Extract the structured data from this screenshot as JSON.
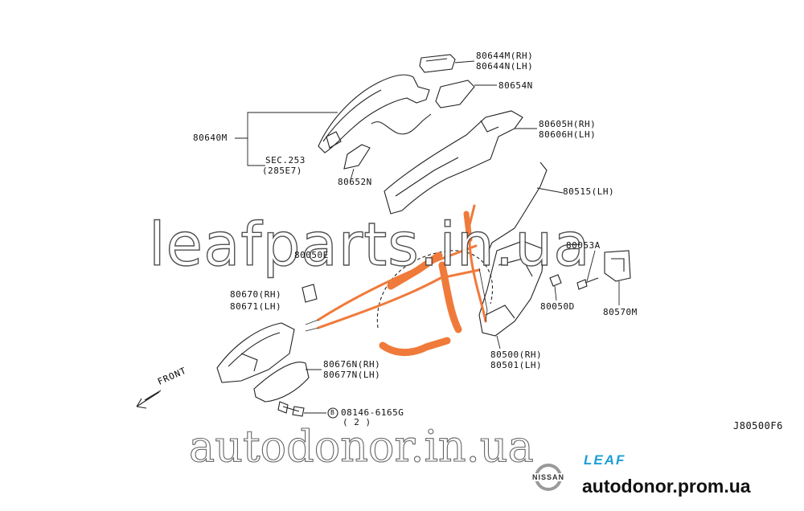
{
  "diagram": {
    "code": "J80500F6",
    "front_label": "FRONT",
    "labels": {
      "p80644m": "80644M(RH)",
      "p80644n": "80644N(LH)",
      "p80654n": "80654N",
      "p80640m": "80640M",
      "sec_a": "SEC.253",
      "sec_b": "(285E7)",
      "p80652n": "80652N",
      "p80605h": "80605H(RH)",
      "p80606h": "80606H(LH)",
      "p80515": "80515(LH)",
      "p80053a": "80053A",
      "p80050e": "80050E",
      "p80670": "80670(RH)",
      "p80671": "80671(LH)",
      "p80050d": "80050D",
      "p80570m": "80570M",
      "p80500": "80500(RH)",
      "p80501": "80501(LH)",
      "p80676n": "80676N(RH)",
      "p80677n": "80677N(LH)",
      "bolt_marker": "B",
      "bolt": "08146-6165G",
      "bolt_qty": "( 2 )"
    }
  },
  "watermarks": {
    "top": "leafparts.in.ua",
    "bottom": "autodonor.in.ua"
  },
  "branding": {
    "nissan": "NISSAN",
    "leaf": "LEAF",
    "leaf_color": "#1a9fd6",
    "site": "autodonor.prom.ua"
  },
  "colors": {
    "highlight": "#f07a3a",
    "line": "#222222"
  }
}
